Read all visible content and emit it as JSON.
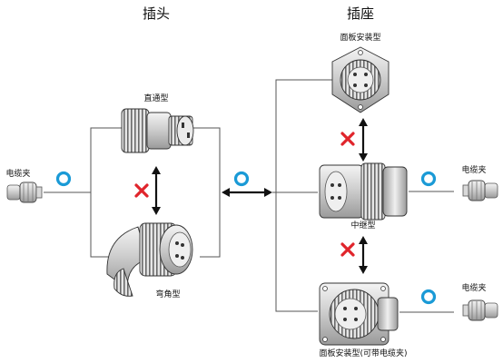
{
  "headings": {
    "plug": "插头",
    "socket": "插座"
  },
  "labels": {
    "left_cable_clamp": "电缆夹",
    "straight_type": "直通型",
    "elbow_type": "弯角型",
    "panel_mount": "面板安装型",
    "inline_type": "中继型",
    "panel_mount_with_clamp": "面板安装型(可带电缆夹)",
    "right_cable_clamp_top": "电缆夹",
    "right_cable_clamp_bottom": "电缆夹"
  },
  "colors": {
    "ring": "#1a9ad6",
    "cross": "#e0242b",
    "arrow": "#111111",
    "line": "#555555"
  },
  "icons": {
    "compatible": "blue-ring-icon",
    "not_compatible": "red-cross-icon",
    "connects": "double-arrow-icon"
  }
}
